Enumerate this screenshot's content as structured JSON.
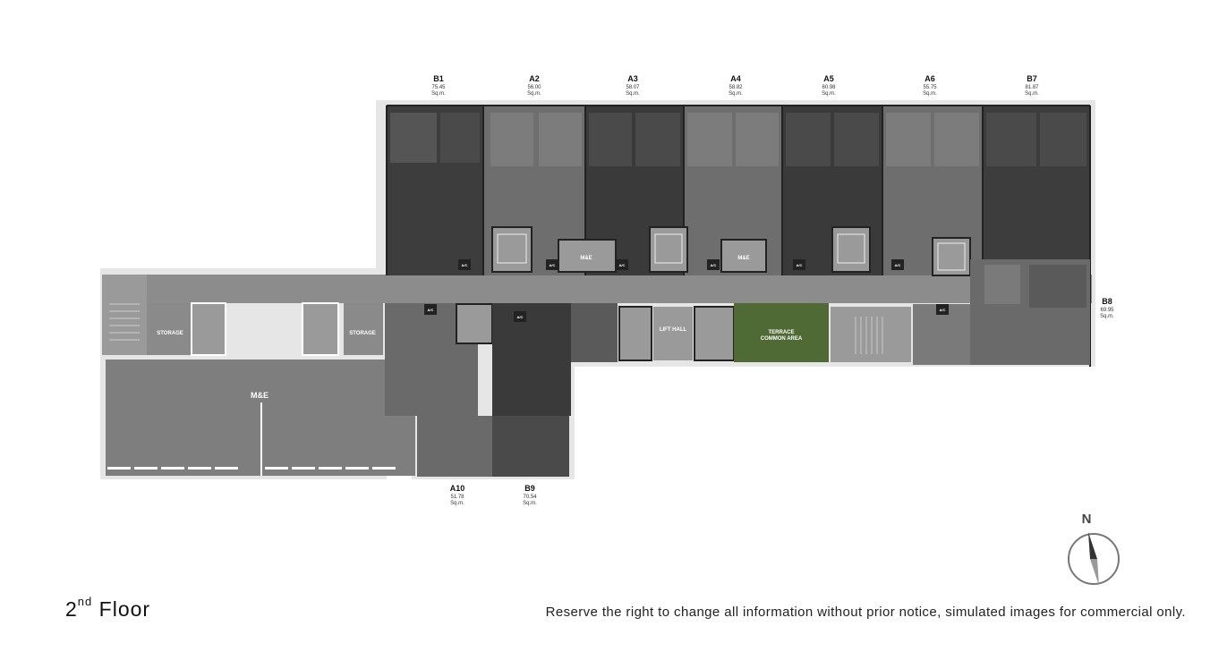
{
  "title": {
    "number": "2",
    "suffix": "nd",
    "word": "Floor"
  },
  "disclaimer": "Reserve the right to change all information without prior notice, simulated images for commercial only.",
  "compass": {
    "label": "N"
  },
  "units": [
    {
      "code": "B1",
      "area": "75.45",
      "unit": "Sq.m."
    },
    {
      "code": "A2",
      "area": "56.00",
      "unit": "Sq.m."
    },
    {
      "code": "A3",
      "area": "58.07",
      "unit": "Sq.m."
    },
    {
      "code": "A4",
      "area": "58.82",
      "unit": "Sq.m."
    },
    {
      "code": "A5",
      "area": "60.98",
      "unit": "Sq.m."
    },
    {
      "code": "A6",
      "area": "55.75",
      "unit": "Sq.m."
    },
    {
      "code": "B7",
      "area": "81.87",
      "unit": "Sq.m."
    },
    {
      "code": "B8",
      "area": "69.95",
      "unit": "Sq.m."
    },
    {
      "code": "A10",
      "area": "51.78",
      "unit": "Sq.m."
    },
    {
      "code": "B9",
      "area": "70.54",
      "unit": "Sq.m."
    }
  ],
  "rooms": {
    "me_1": "M&E",
    "me_2": "M&E",
    "me_large": "M&E",
    "storage_1": "STORAGE",
    "storage_2": "STORAGE",
    "lift_hall": "LIFT HALL",
    "terrace_line1": "TERRACE",
    "terrace_line2": "COMMON AREA",
    "ac": "A/C"
  },
  "colors": {
    "unit_dark": "#3a3a3a",
    "unit_mid": "#5a5a5a",
    "unit_light": "#737373",
    "corridor": "#8c8c8c",
    "service": "#9a9a9a",
    "terrace": "#4f6a35",
    "wall": "#1e1e1e",
    "outline": "#cfcfcf"
  }
}
